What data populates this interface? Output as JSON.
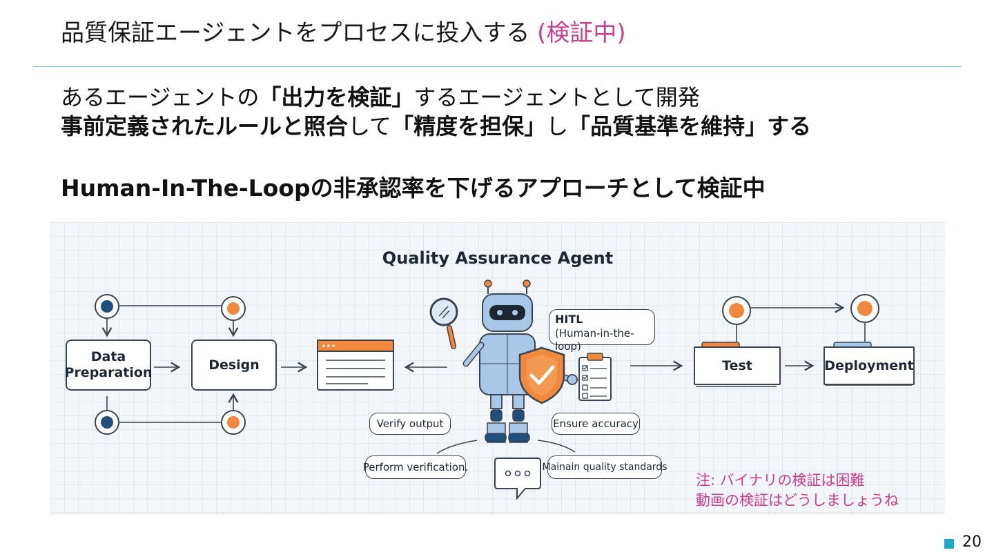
{
  "header": {
    "title_main": "品質保証エージェントをプロセスに投入する",
    "title_status": "(検証中)"
  },
  "body": {
    "line1_pre": "あるエージェントの",
    "line1_bold": "「出力を検証」",
    "line1_post": "するエージェントとして開発",
    "line2_bold1": "事前定義されたルールと照合",
    "line2_mid1": "して",
    "line2_bold2": "「精度を担保」",
    "line2_mid2": "し",
    "line2_bold3": "「品質基準を維持」する",
    "line3": "Human-In-The-Loopの非承認率を下げるアプローチとして検証中"
  },
  "figure": {
    "title": "Quality Assurance Agent",
    "boxes": {
      "data_prep": "Data\nPreparation",
      "design": "Design",
      "test": "Test",
      "deployment": "Deployment"
    },
    "hitl_title": "HITL",
    "hitl_sub": "(Human-in-the-loop)",
    "bubbles": {
      "verify": "Verify output",
      "ensure": "Ensure accuracy",
      "perform": "Perform verification.",
      "maintain": "Mainain quality standards"
    },
    "colors": {
      "orange": "#f0883e",
      "navy": "#1f4f7a",
      "robot": "#a9c7e6"
    }
  },
  "note": {
    "line1": "注: バイナリの検証は困難",
    "line2": "動画の検証はどうしましょうね"
  },
  "footer": {
    "page_number": "20"
  }
}
